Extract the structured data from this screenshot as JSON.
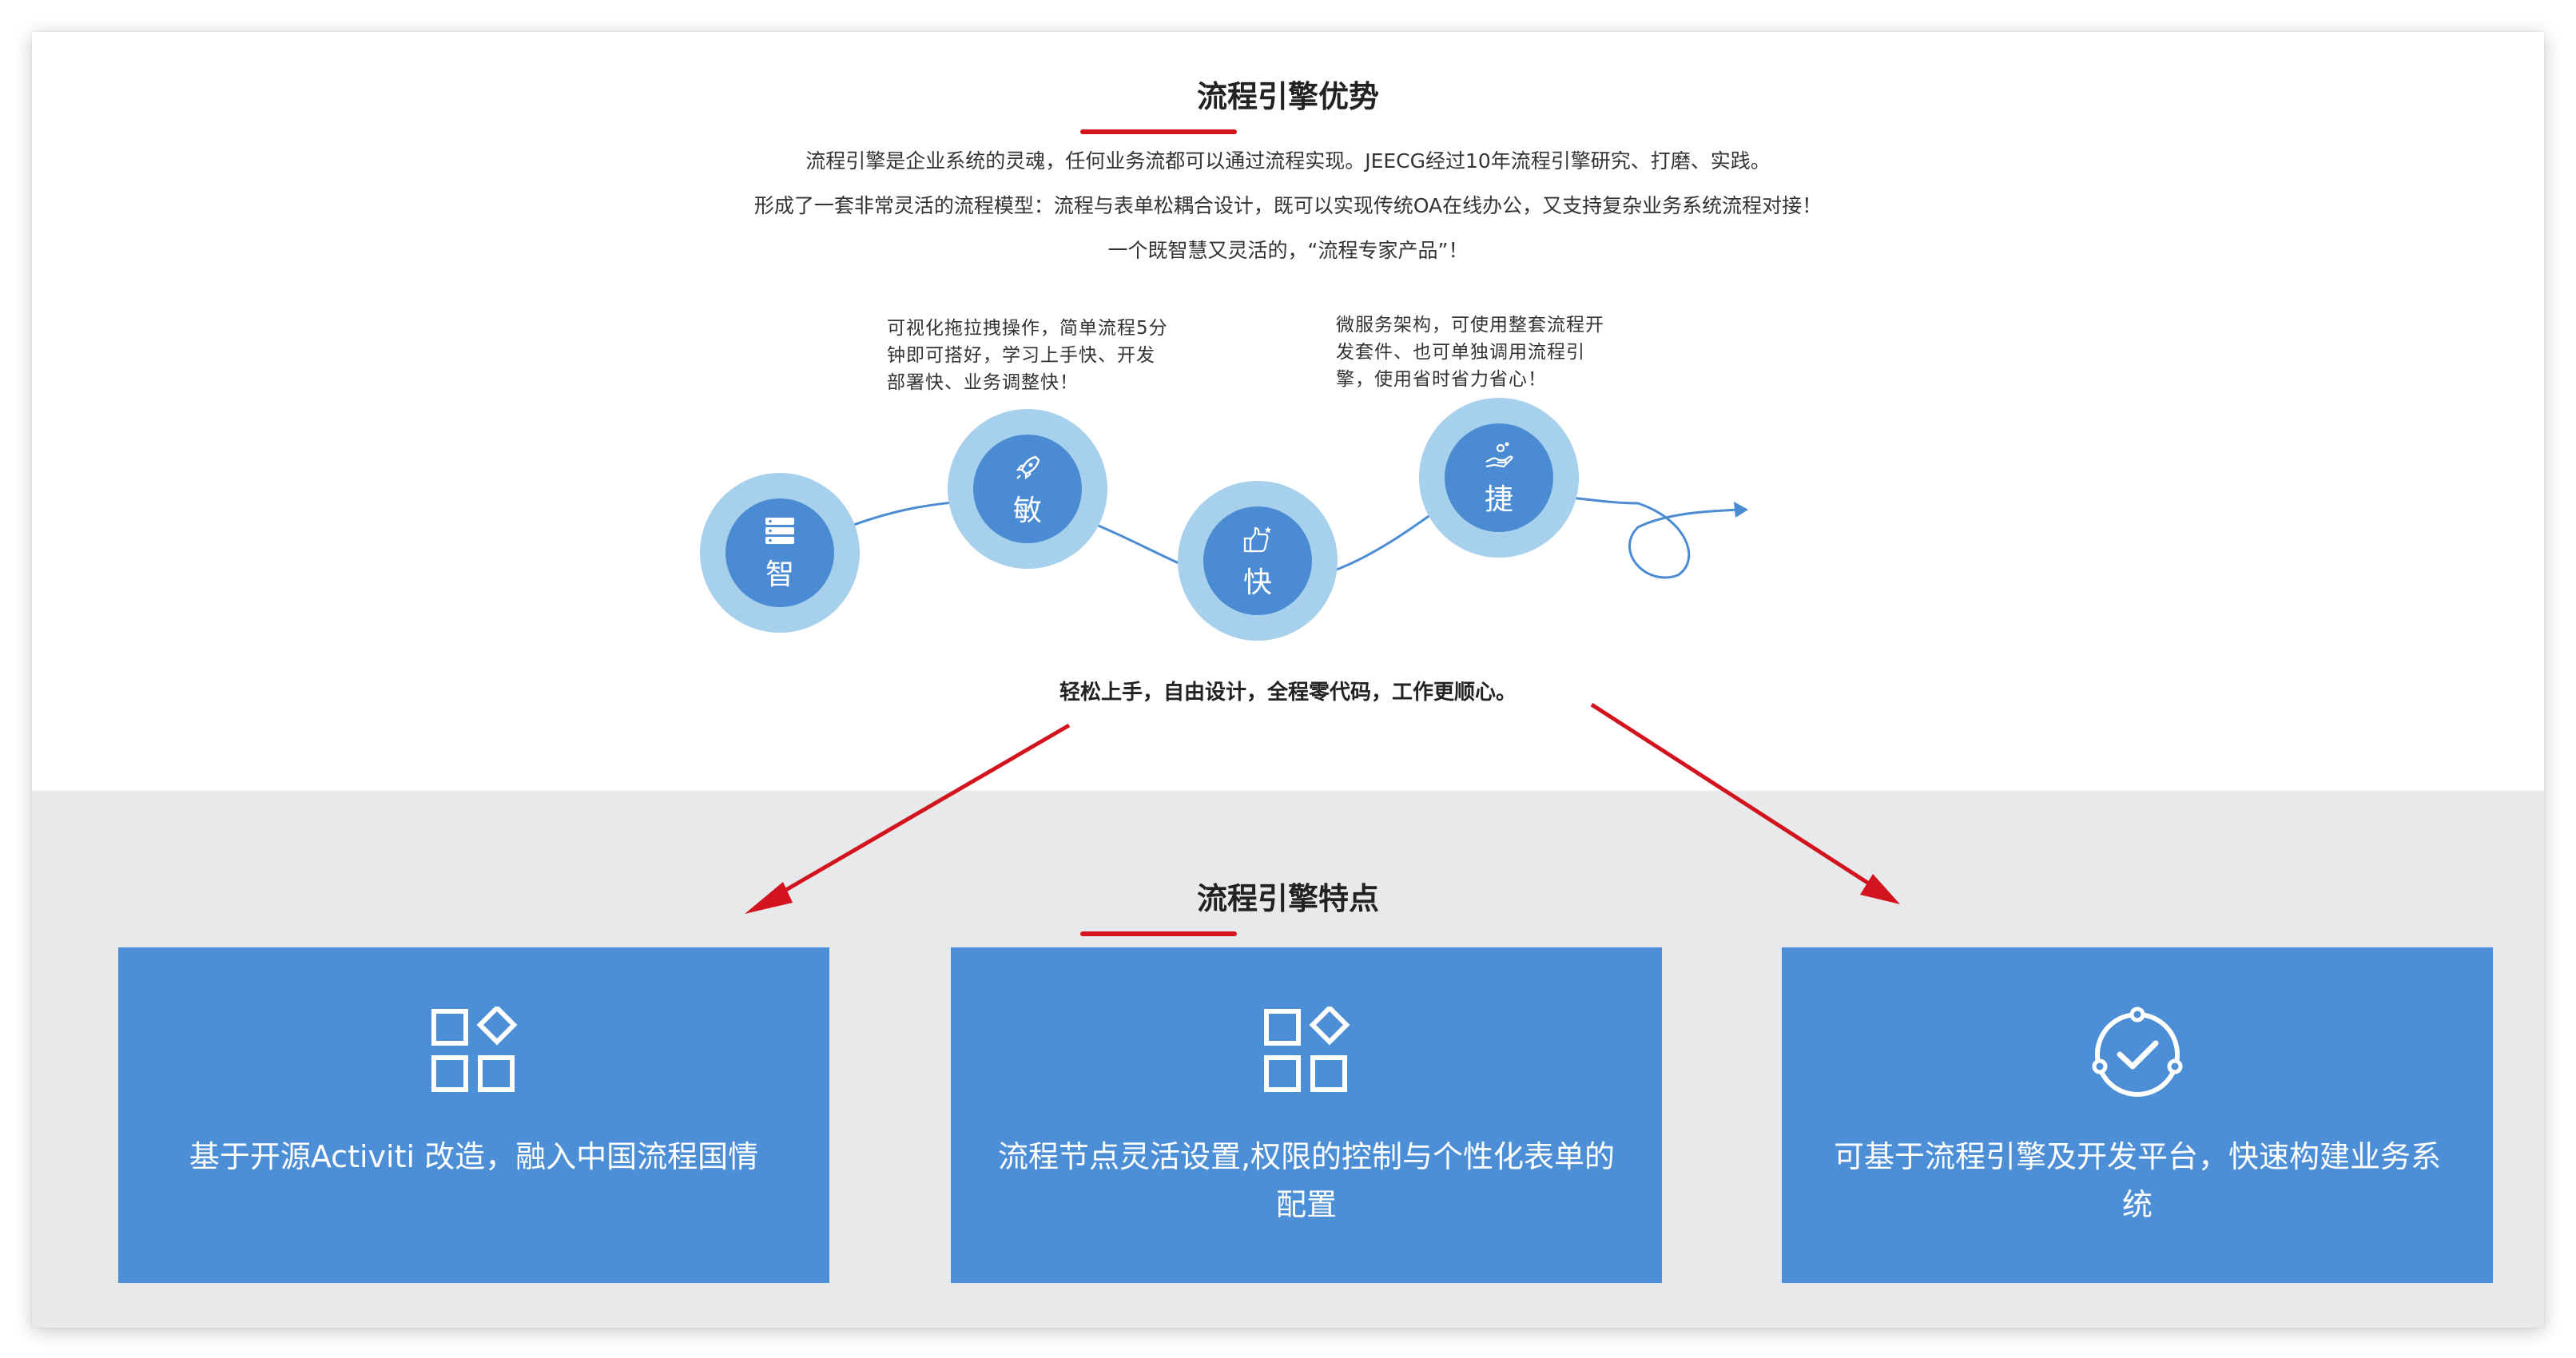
{
  "advantages": {
    "title": "流程引擎优势",
    "desc_lines": [
      "流程引擎是企业系统的灵魂，任何业务流都可以通过流程实现。JEECG经过10年流程引擎研究、打磨、实践。",
      "形成了一套非常灵活的流程模型：流程与表单松耦合设计，既可以实现传统OA在线办公，又支持复杂业务系统流程对接！",
      "一个既智慧又灵活的，“流程专家产品”！"
    ],
    "note_left": [
      "可视化拖拉拽操作，简单流程5分",
      "钟即可搭好，学习上手快、开发",
      "部署快、业务调整快！"
    ],
    "note_right": [
      "微服务架构，可使用整套流程开",
      "发套件、也可单独调用流程引",
      "擎，使用省时省力省心！"
    ],
    "nodes": [
      {
        "label": "智",
        "icon": "server-icon"
      },
      {
        "label": "敏",
        "icon": "rocket-icon"
      },
      {
        "label": "快",
        "icon": "thumbs-up-icon"
      },
      {
        "label": "捷",
        "icon": "hand-coins-icon"
      }
    ],
    "tagline": "轻松上手，自由设计，全程零代码，工作更顺心。"
  },
  "features": {
    "title": "流程引擎特点",
    "items": [
      {
        "text": "基于开源Activiti 改造，融入中国流程国情",
        "icon": "apps-grid-icon"
      },
      {
        "text": "流程节点灵活设置,权限的控制与个性化表单的配置",
        "icon": "apps-grid-icon"
      },
      {
        "text": "可基于流程引擎及开发平台，快速构建业务系统",
        "icon": "check-circle-icon"
      }
    ]
  },
  "colors": {
    "accent_red": "#d3141f",
    "node_blue": "#4a8bd3",
    "node_ring": "#a7d0ec",
    "card_blue": "#4d8fd6",
    "section_gray": "#e8e9ea"
  }
}
